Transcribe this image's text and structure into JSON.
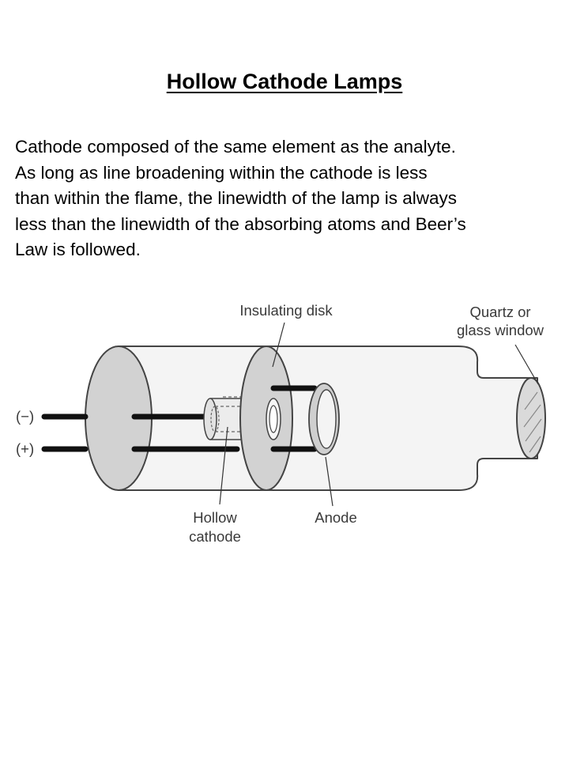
{
  "slide": {
    "title": "Hollow Cathode Lamps",
    "body_lines": [
      "Cathode composed of the same element as the analyte.",
      "As long as line broadening within the cathode is less",
      "than within the flame, the linewidth of the lamp is always",
      "less than the linewidth of the absorbing atoms and Beer’s",
      "Law is followed."
    ]
  },
  "diagram": {
    "labels": {
      "insulating_disk": "Insulating disk",
      "window_line1": "Quartz or",
      "window_line2": "glass window",
      "negative_terminal": "(−)",
      "positive_terminal": "(+)",
      "hollow": "Hollow",
      "cathode": "cathode",
      "anode": "Anode"
    },
    "colors": {
      "tube_fill": "#f4f4f4",
      "disk_fill": "#d2d2d2",
      "wire": "#111111",
      "outline": "#444444"
    }
  }
}
